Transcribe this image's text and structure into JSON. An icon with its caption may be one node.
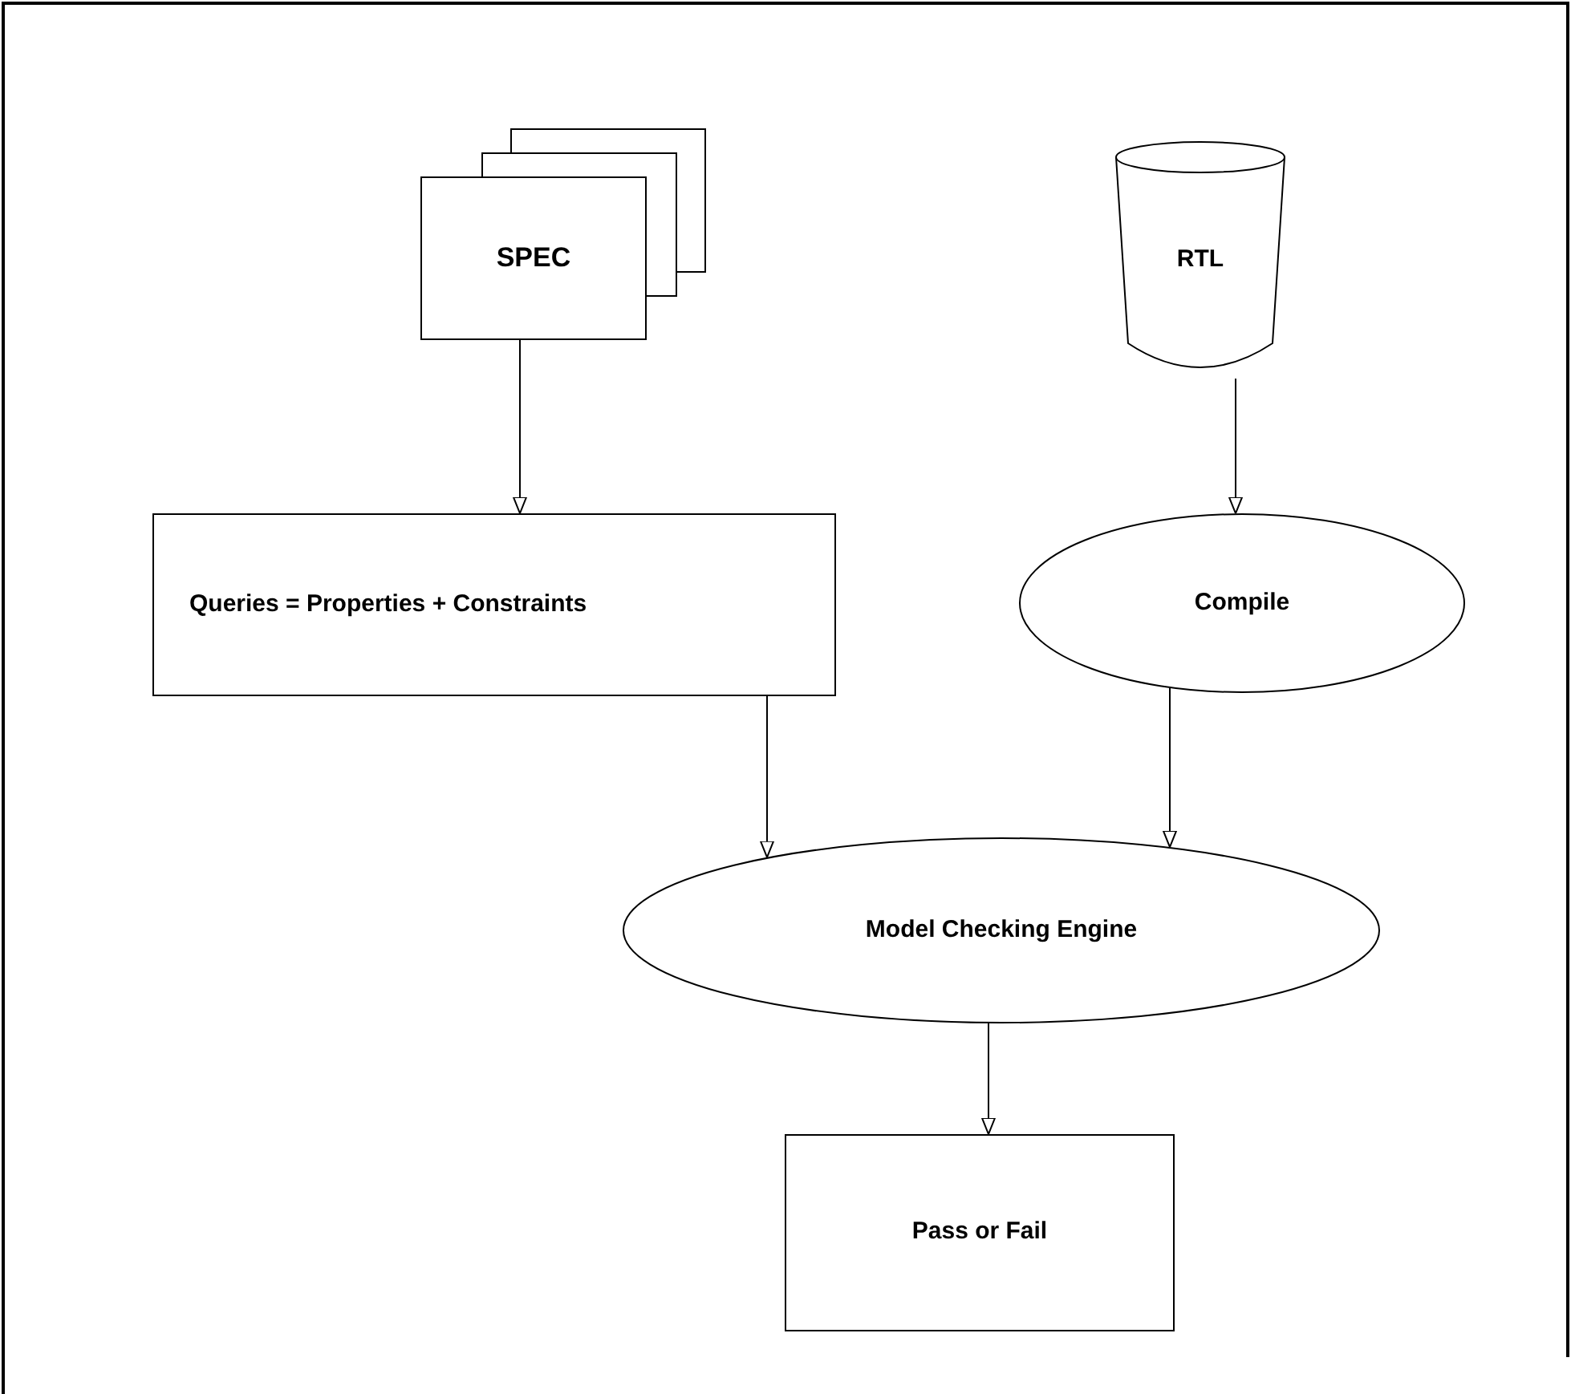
{
  "diagram": {
    "nodes": [
      {
        "text": [
          "SPEC"
        ]
      },
      {
        "text": [
          "RTL"
        ]
      },
      {
        "text": [
          "Queries = Properties + Constraints"
        ]
      },
      {
        "text": [
          "Compile"
        ]
      },
      {
        "text": [
          "Model Checking Engine"
        ]
      },
      {
        "text": [
          "Pass or Fail"
        ]
      }
    ],
    "edges": [
      {
        "from": 0,
        "to": 2,
        "arrow": "to"
      },
      {
        "from": 1,
        "to": 3,
        "arrow": "to"
      },
      {
        "from": 2,
        "to": 4,
        "arrow": "to"
      },
      {
        "from": 3,
        "to": 4,
        "arrow": "to"
      },
      {
        "from": 4,
        "to": 5,
        "arrow": "to"
      }
    ]
  }
}
